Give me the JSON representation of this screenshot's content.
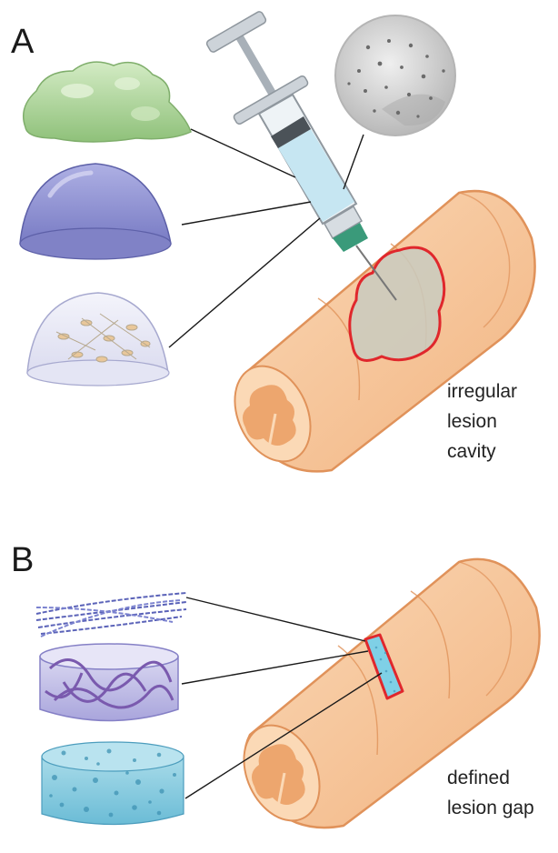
{
  "panels": [
    {
      "letter": "A",
      "caption_lines": [
        "irregular",
        "lesion",
        "cavity"
      ],
      "materials": [
        "green-hydrogel",
        "blue-hydrogel-dome",
        "cell-laden-hydrogel-dome",
        "particle-suspension-magnified"
      ]
    },
    {
      "letter": "B",
      "caption_lines": [
        "defined",
        "lesion gap"
      ],
      "materials": [
        "aligned-fiber-scaffold",
        "fiber-network-cylinder",
        "porous-sponge-cylinder"
      ]
    }
  ],
  "colors": {
    "spinal_cord": "#f6c79b",
    "spinal_cord_outline": "#e0925a",
    "grey_matter": "#eda66e",
    "lesion_outline": "#e0272c",
    "implant_fill": "#7fd0e6",
    "gel_green": "#b9d9a6",
    "gel_blue": "#8e90d0",
    "syringe_liquid": "#c6e6f2",
    "needle": "#3a9a7a"
  }
}
